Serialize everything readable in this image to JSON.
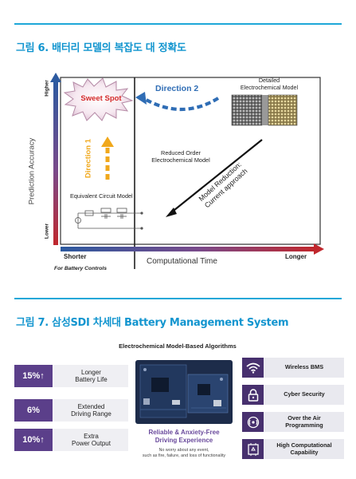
{
  "figure6": {
    "title": "그림 6. 배터리 모델의 복잡도 대 정확도",
    "y_axis_label": "Prediction Accuracy",
    "y_axis_high": "Higher",
    "y_axis_low": "Lower",
    "x_axis_label": "Computational Time",
    "x_axis_short": "Shorter",
    "x_axis_long": "Longer",
    "x_axis_note": "For Battery Controls",
    "sweet_spot": "Sweet Spot",
    "direction_1": "Direction 1",
    "direction_2": "Direction 2",
    "detailed_model": "Detailed\nElectrochemical Model",
    "reduced_model": "Reduced Order\nElectrochemical Model",
    "equivalent_model": "Equivalent Circuit Model",
    "model_reduction": "Model Reduction:\nCurrent approach",
    "colors": {
      "blue": "#2c5aa0",
      "red": "#c0272d",
      "orange": "#f0a81c",
      "arrow_blue": "#2f6db5"
    }
  },
  "figure7": {
    "title": "그림 7. 삼성SDI 차세대 Battery Management System",
    "heading": "Electrochemical Model-Based Algorithms",
    "benefits": [
      {
        "value": "15%↑",
        "label": "Longer\nBattery Life"
      },
      {
        "value": "6%",
        "label": "Extended\nDriving Range"
      },
      {
        "value": "10%↑",
        "label": "Extra\nPower Output"
      }
    ],
    "center_caption": "Reliable & Anxiety-Free\nDriving Experience",
    "center_subcaption": "No worry about any event,\nsuch as fire, failure, and loss of functionality",
    "features": [
      {
        "icon": "wifi-icon",
        "label": "Wireless BMS"
      },
      {
        "icon": "lock-icon",
        "label": "Cyber Security"
      },
      {
        "icon": "ota-icon",
        "label": "Over the Air\nProgramming"
      },
      {
        "icon": "chip-icon",
        "label": "High Computational\nCapability"
      }
    ],
    "colors": {
      "badge": "#5b3f8a",
      "icon_bg": "#47306e",
      "caption": "#6a4a9c"
    }
  }
}
